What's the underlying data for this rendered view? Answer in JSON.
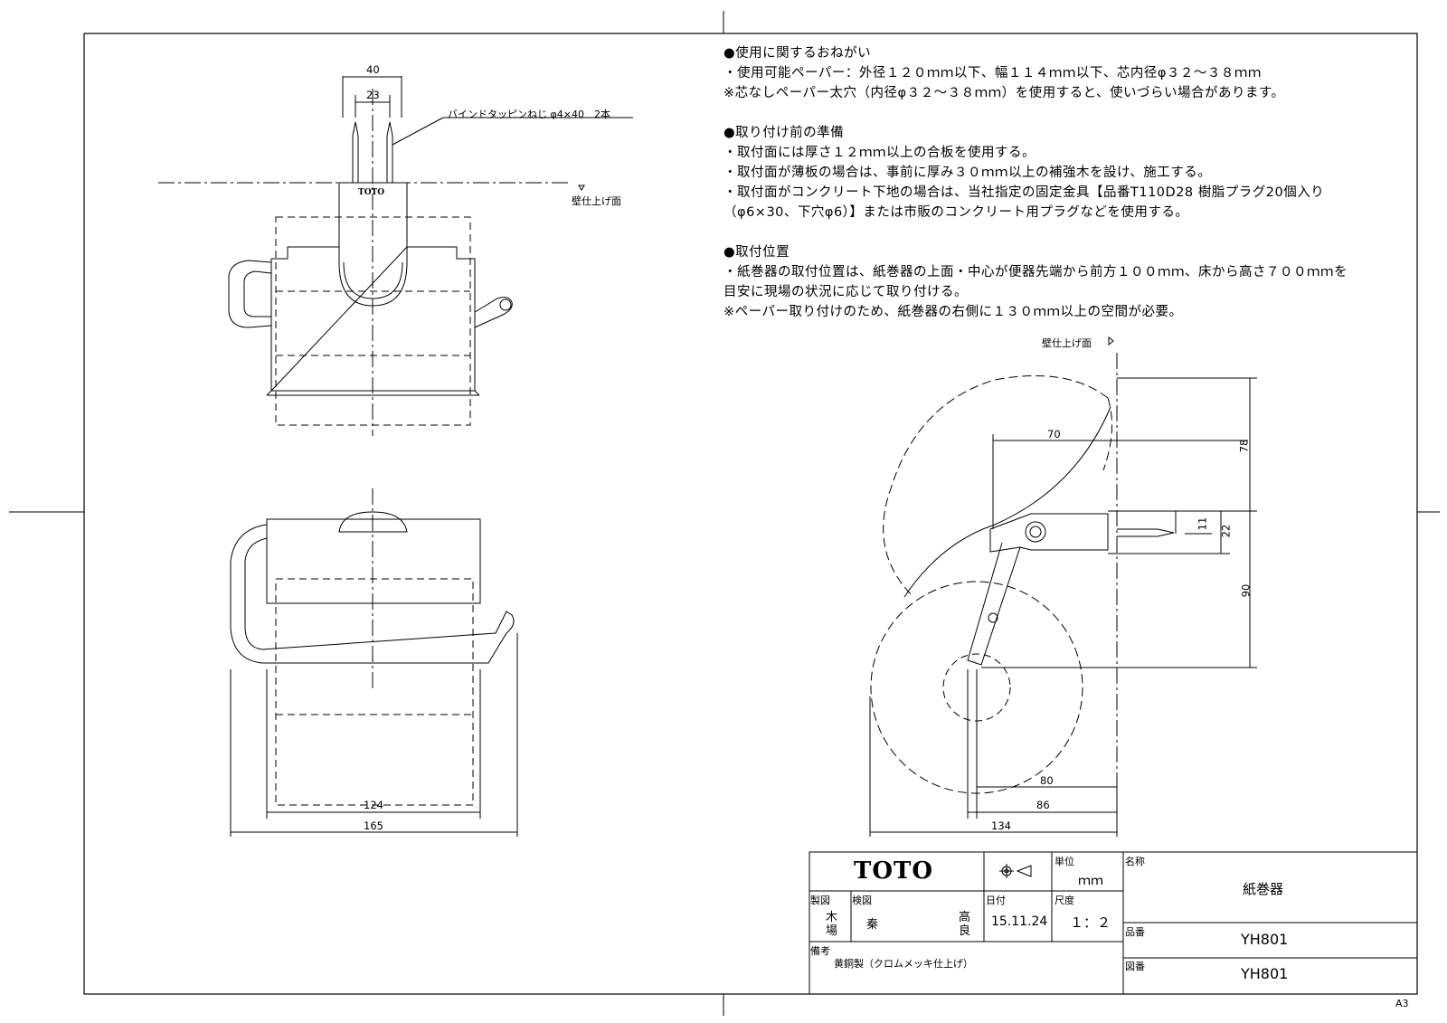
{
  "notes": [
    {
      "heading": "●使用に関するおねがい",
      "lines": [
        "・使用可能ペーパー：外径１２０ｍｍ以下、幅１１４ｍｍ以下、芯内径φ３２～３８ｍｍ",
        "※芯なしペーパー太穴（内径φ３２～３８ｍｍ）を使用すると、使いづらい場合があります。"
      ]
    },
    {
      "heading": "●取り付け前の準備",
      "lines": [
        "・取付面には厚さ１２ｍｍ以上の合板を使用する。",
        "・取付面が薄板の場合は、事前に厚み３０ｍｍ以上の補強木を設け、施工する。",
        "・取付面がコンクリート下地の場合は、当社指定の固定金具【品番T110D28 樹脂プラグ20個入り",
        "（φ6×30、下穴φ6）】または市販のコンクリート用プラグなどを使用する。"
      ]
    },
    {
      "heading": "●取付位置",
      "lines": [
        "・紙巻器の取付位置は、紙巻器の上面・中心が便器先端から前方１００ｍｍ、床から高さ７００ｍｍを",
        "目安に現場の状況に応じて取り付ける。",
        "※ペーパー取り付けのため、紙巻器の右側に１３０ｍｍ以上の空間が必要。"
      ]
    }
  ],
  "drawing_labels": {
    "screw_note": "バインドタッピンねじ φ4×40　2本",
    "wall_finish_1": "壁仕上げ面",
    "wall_finish_2": "壁仕上げ面",
    "top_logo": "TOTO",
    "dim_40": "40",
    "dim_23": "23",
    "dim_124": "124",
    "dim_165": "165",
    "dim_70": "70",
    "dim_78": "78",
    "dim_11": "11",
    "dim_22": "22",
    "dim_90": "90",
    "dim_80": "80",
    "dim_86": "86",
    "dim_134": "134"
  },
  "title_block": {
    "logo": "TOTO",
    "unit_label": "単位",
    "unit_value": "ｍｍ",
    "name_label": "名称",
    "name_value": "紙巻器",
    "made_label": "製図",
    "made_value_1": "木",
    "made_value_2": "場",
    "check_label": "検図",
    "check_value": "秦",
    "check_value_2a": "高",
    "check_value_2b": "良",
    "date_label": "日付",
    "date_value": "15.11.24",
    "scale_label": "尺度",
    "scale_value": "１：２",
    "part_label": "品番",
    "part_value": "YH801",
    "drawing_label": "図番",
    "drawing_value": "YH801",
    "remarks_label": "備考",
    "remarks_value": "黄銅製（クロムメッキ仕上げ）"
  },
  "sheet_size": "A3",
  "colors": {
    "line": "#000000",
    "background": "#ffffff"
  }
}
